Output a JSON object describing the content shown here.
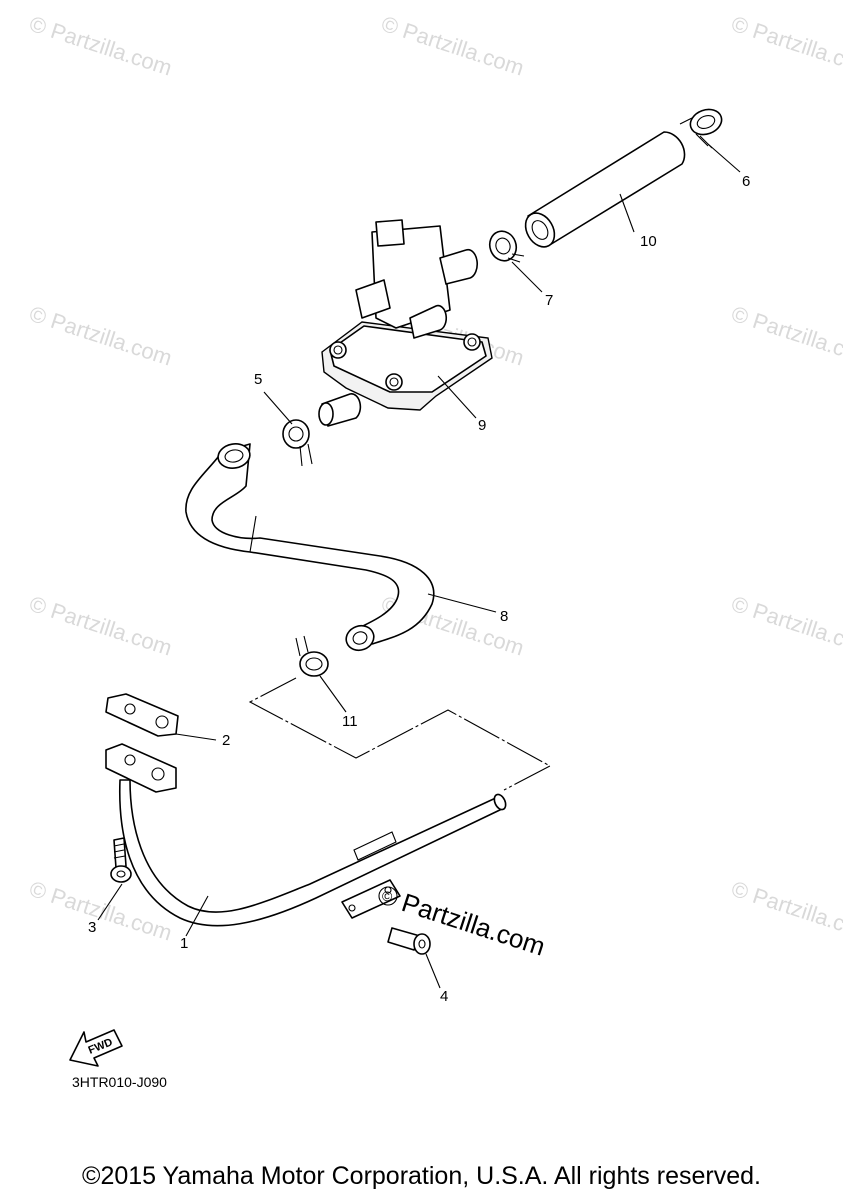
{
  "watermark": "© Partzilla.com",
  "callouts": {
    "c1": "1",
    "c2": "2",
    "c3": "3",
    "c4": "4",
    "c5": "5",
    "c6": "6",
    "c7": "7",
    "c8": "8",
    "c9": "9",
    "c10": "10",
    "c11": "11"
  },
  "fwd_label": "FWD",
  "diagram_code": "3HTR010-J090",
  "site_mark": "Partzilla.com",
  "copyright": "©2015 Yamaha Motor Corporation, U.S.A. All rights reserved."
}
